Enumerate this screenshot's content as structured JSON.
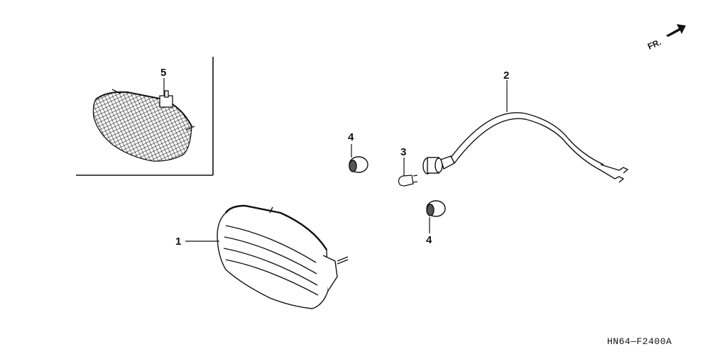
{
  "diagram": {
    "direction_label": "FR.",
    "drawing_code": "HN64—F2400A",
    "callouts": [
      {
        "id": "c1",
        "number": "1",
        "part": "headlight-assembly"
      },
      {
        "id": "c2",
        "number": "2",
        "part": "wire-harness-with-socket"
      },
      {
        "id": "c3",
        "number": "3",
        "part": "bulb"
      },
      {
        "id": "c4a",
        "number": "4",
        "part": "grommet"
      },
      {
        "id": "c4b",
        "number": "4",
        "part": "grommet"
      },
      {
        "id": "c5",
        "number": "5",
        "part": "inset-light-assembly"
      }
    ]
  }
}
